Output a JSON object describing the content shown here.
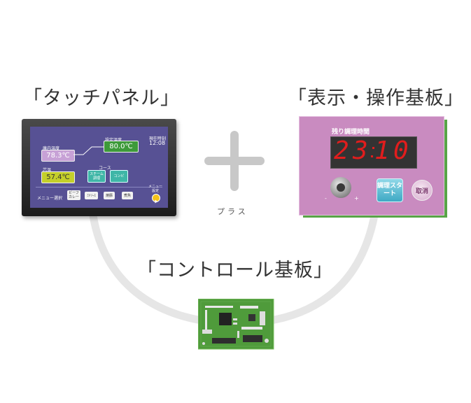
{
  "labels": {
    "touch_panel": "「タッチパネル」",
    "display_board": "「表示・操作基板」",
    "control_board": "「コントロール基板」",
    "plus": "プラス"
  },
  "touch_panel": {
    "inner_temp_label": "庫内温度",
    "inner_temp": "78.3℃",
    "set_temp_label": "設定温度",
    "set_temp": "80.0℃",
    "time_label": "現在時刻",
    "time": "12:08",
    "center_temp_label": "芯温",
    "center_temp": "57.4℃",
    "course_label": "コース",
    "course_steam": "スチーム調理",
    "course_combi": "コンビ",
    "menu_label": "メニュー選択",
    "menu_items": [
      "ビーフカレー",
      "ﾐﾄｿｰｽ",
      "焼豚",
      "煮魚"
    ],
    "menu_setting": "メニュー設定"
  },
  "display_board": {
    "remaining_label": "残り調理時間",
    "digits": [
      "2",
      "3",
      "1",
      "0"
    ],
    "start_button": "調理スタート",
    "cancel_button": "取消",
    "knob_minus": "-",
    "knob_plus": "+"
  },
  "colors": {
    "screen_bg": "#575194",
    "display_panel": "#c98bc0",
    "pcb_green": "#4f9b3b",
    "arc": "#e6e6e6",
    "plus_sign": "#c8c8c8",
    "segment_red": "#e11d1d"
  }
}
